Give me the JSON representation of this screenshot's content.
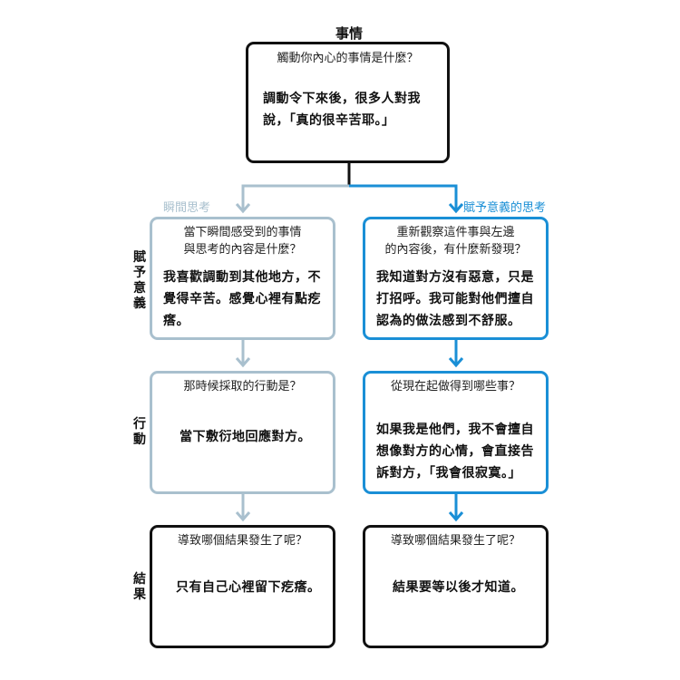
{
  "event_header": "事情",
  "row_labels": {
    "meaning": "賦\n予\n意\n義",
    "action": "行\n動",
    "result": "結\n果"
  },
  "branches": {
    "left_title": "瞬間思考",
    "right_title": "賦予意義的思考"
  },
  "event_box": {
    "question": "觸動你內心的事情是什麼？",
    "answer": "調動令下來後，很多人對我\n說，「真的很辛苦耶。」"
  },
  "left": {
    "meaning": {
      "question": "當下瞬間感受到的事情\n與思考的內容是什麼？",
      "answer": "我喜歡調動到其他地方，不\n覺得辛苦。感覺心裡有點疙\n瘩。"
    },
    "action": {
      "question": "那時候採取的行動是？",
      "answer": "當下敷衍地回應對方。"
    },
    "result": {
      "question": "導致哪個結果發生了呢？",
      "answer": "只有自己心裡留下疙瘩。"
    }
  },
  "right": {
    "meaning": {
      "question": "重新觀察這件事與左邊\n的內容後，有什麼新發現？",
      "answer": "我知道對方沒有惡意，只是\n打招呼。我可能對他們擅自\n認為的做法感到不舒服。"
    },
    "action": {
      "question": "從現在起做得到哪些事？",
      "answer": "如果我是他們，我不會擅自\n想像對方的心情，會直接告\n訴對方，「我會很寂寞。」"
    },
    "result": {
      "question": "導致哪個結果發生了呢？",
      "answer": "結果要等以後才知道。"
    }
  },
  "colors": {
    "black": "#111111",
    "left_branch": "#a9c0ce",
    "right_branch": "#1a8fd6"
  }
}
